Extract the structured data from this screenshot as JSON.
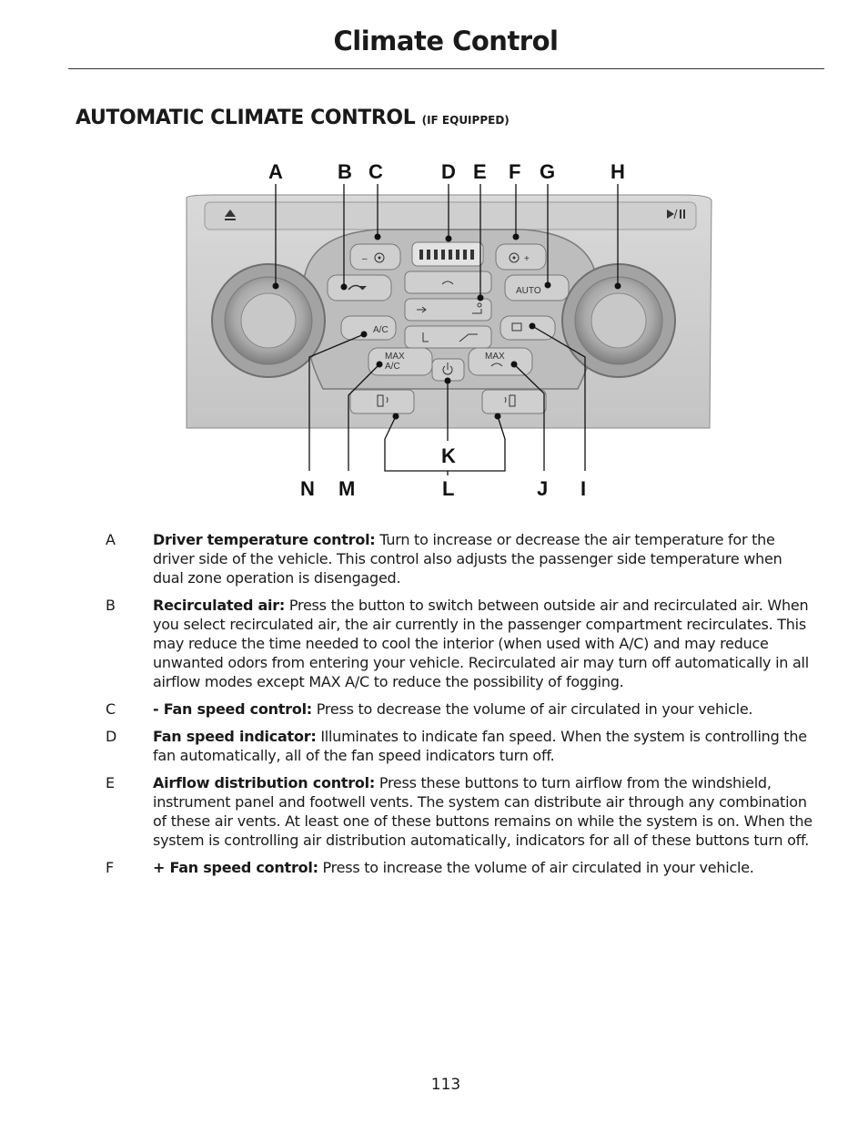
{
  "page": {
    "title": "Climate Control",
    "section_heading": "AUTOMATIC CLIMATE CONTROL",
    "section_subheading": "(IF EQUIPPED)",
    "page_number": "113"
  },
  "figure": {
    "callouts": {
      "A": "A",
      "B": "B",
      "C": "C",
      "D": "D",
      "E": "E",
      "F": "F",
      "G": "G",
      "H": "H",
      "I": "I",
      "J": "J",
      "K": "K",
      "L": "L",
      "M": "M",
      "N": "N"
    },
    "button_labels": {
      "ac": "A/C",
      "auto": "AUTO",
      "max_ac_1": "MAX",
      "max_ac_2": "A/C",
      "max_defrost": "MAX",
      "fan_minus": "–",
      "fan_plus": "+"
    },
    "icons": [
      "eject-icon",
      "play-pause-icon",
      "fan-icon",
      "recirculate-icon",
      "power-icon",
      "heated-seat-icon",
      "defrost-icon",
      "rear-defrost-icon"
    ]
  },
  "definitions": [
    {
      "letter": "A",
      "term": "Driver temperature control:",
      "text": " Turn to increase or decrease the air temperature for the driver side of the vehicle. This control also adjusts the passenger side temperature when dual zone operation is disengaged."
    },
    {
      "letter": "B",
      "term": "Recirculated air:",
      "text": " Press the button to switch between outside air and recirculated air. When you select recirculated air, the air currently in the passenger compartment recirculates. This may reduce the time needed to cool the interior (when used with A/C) and may reduce unwanted odors from entering your vehicle. Recirculated air may turn off automatically in all airflow modes except MAX A/C to reduce the possibility of fogging."
    },
    {
      "letter": "C",
      "term": "- Fan speed control:",
      "text": " Press to decrease the volume of air circulated in your vehicle."
    },
    {
      "letter": "D",
      "term": "Fan speed indicator:",
      "text": " Illuminates to indicate fan speed. When the system is controlling the fan automatically, all of the fan speed indicators turn off."
    },
    {
      "letter": "E",
      "term": "Airflow distribution control:",
      "text": " Press these buttons to turn airflow from the windshield, instrument panel and footwell vents. The system can distribute air through any combination of these air vents. At least one of these buttons remains on while the system is on. When the system is controlling air distribution automatically, indicators for all of these buttons turn off."
    },
    {
      "letter": "F",
      "term": "+ Fan speed control:",
      "text": " Press to increase the volume of air circulated in your vehicle."
    }
  ]
}
